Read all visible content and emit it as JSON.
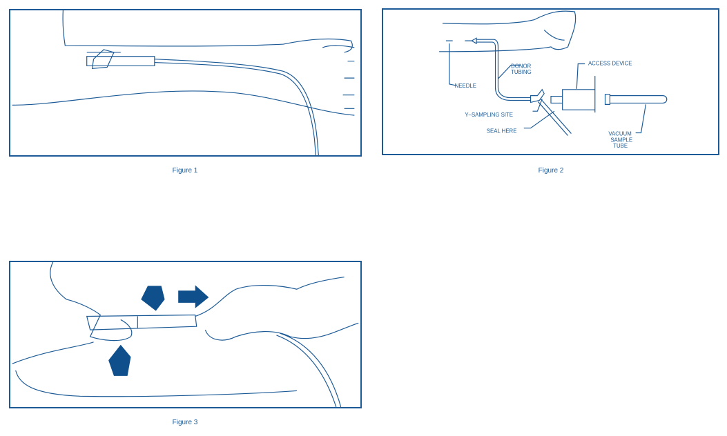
{
  "figures": [
    {
      "caption": "Figure 1"
    },
    {
      "caption": "Figure 2",
      "labels": {
        "needle": "NEEDLE",
        "donor_tubing_1": "DONOR",
        "donor_tubing_2": "TUBING",
        "access_device": "ACCESS DEVICE",
        "y_sampling_site": "Y–SAMPLING SITE",
        "seal_here": "SEAL HERE",
        "vacuum_1": "VACUUM",
        "vacuum_2": "SAMPLE",
        "vacuum_3": "TUBE"
      }
    },
    {
      "caption": "Figure 3"
    }
  ],
  "colors": {
    "accent": "#1b5a96"
  }
}
